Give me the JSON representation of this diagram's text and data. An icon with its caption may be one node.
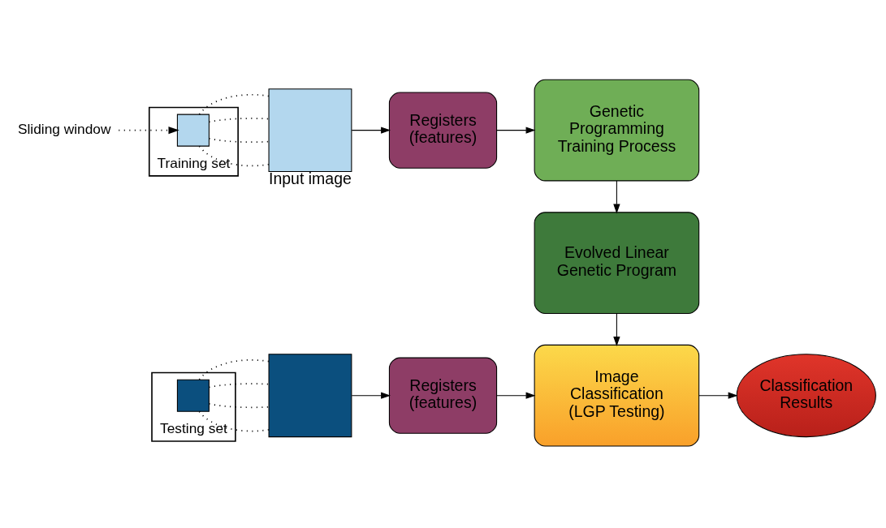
{
  "diagram": {
    "nodes": [
      {
        "text": [
          "Sliding window"
        ]
      },
      {
        "text": [
          "Training set"
        ]
      },
      {
        "text": [],
        "shape": "box",
        "in": 1
      },
      {
        "text": [
          "Input image"
        ]
      },
      {
        "text": [
          "Registers (features)"
        ]
      },
      {
        "text": [
          "Genetic Programming Training Process"
        ]
      },
      {
        "text": [
          "Evolved Linear Genetic Program"
        ]
      },
      {
        "text": [
          "Testing set"
        ]
      },
      {
        "text": [],
        "shape": "box",
        "in": 7
      },
      {
        "text": [],
        "shape": "box"
      },
      {
        "text": [
          "Registers (features)"
        ]
      },
      {
        "text": [
          "Image Classification (LGP Testing)"
        ]
      },
      {
        "text": [
          "Classification Results"
        ]
      }
    ],
    "edges": [
      {
        "from": 0,
        "to": 2,
        "arrow": "to",
        "style": "dashed"
      },
      {
        "from": 2,
        "to": 3,
        "arrow": "none",
        "style": "dashed"
      },
      {
        "from": 2,
        "to": 3,
        "arrow": "none",
        "style": "dashed"
      },
      {
        "from": 2,
        "to": 3,
        "arrow": "none",
        "style": "dashed"
      },
      {
        "from": 2,
        "to": 3,
        "arrow": "none",
        "style": "dashed"
      },
      {
        "from": 3,
        "to": 4,
        "arrow": "to"
      },
      {
        "from": 4,
        "to": 5,
        "arrow": "to"
      },
      {
        "from": 5,
        "to": 6,
        "arrow": "to"
      },
      {
        "from": 6,
        "to": 11,
        "arrow": "to"
      },
      {
        "from": 8,
        "to": 9,
        "arrow": "none",
        "style": "dashed"
      },
      {
        "from": 8,
        "to": 9,
        "arrow": "none",
        "style": "dashed"
      },
      {
        "from": 8,
        "to": 9,
        "arrow": "none",
        "style": "dashed"
      },
      {
        "from": 8,
        "to": 9,
        "arrow": "none",
        "style": "dashed"
      },
      {
        "from": 9,
        "to": 10,
        "arrow": "to"
      },
      {
        "from": 10,
        "to": 11,
        "arrow": "to"
      },
      {
        "from": 11,
        "to": 12,
        "arrow": "to"
      }
    ]
  }
}
